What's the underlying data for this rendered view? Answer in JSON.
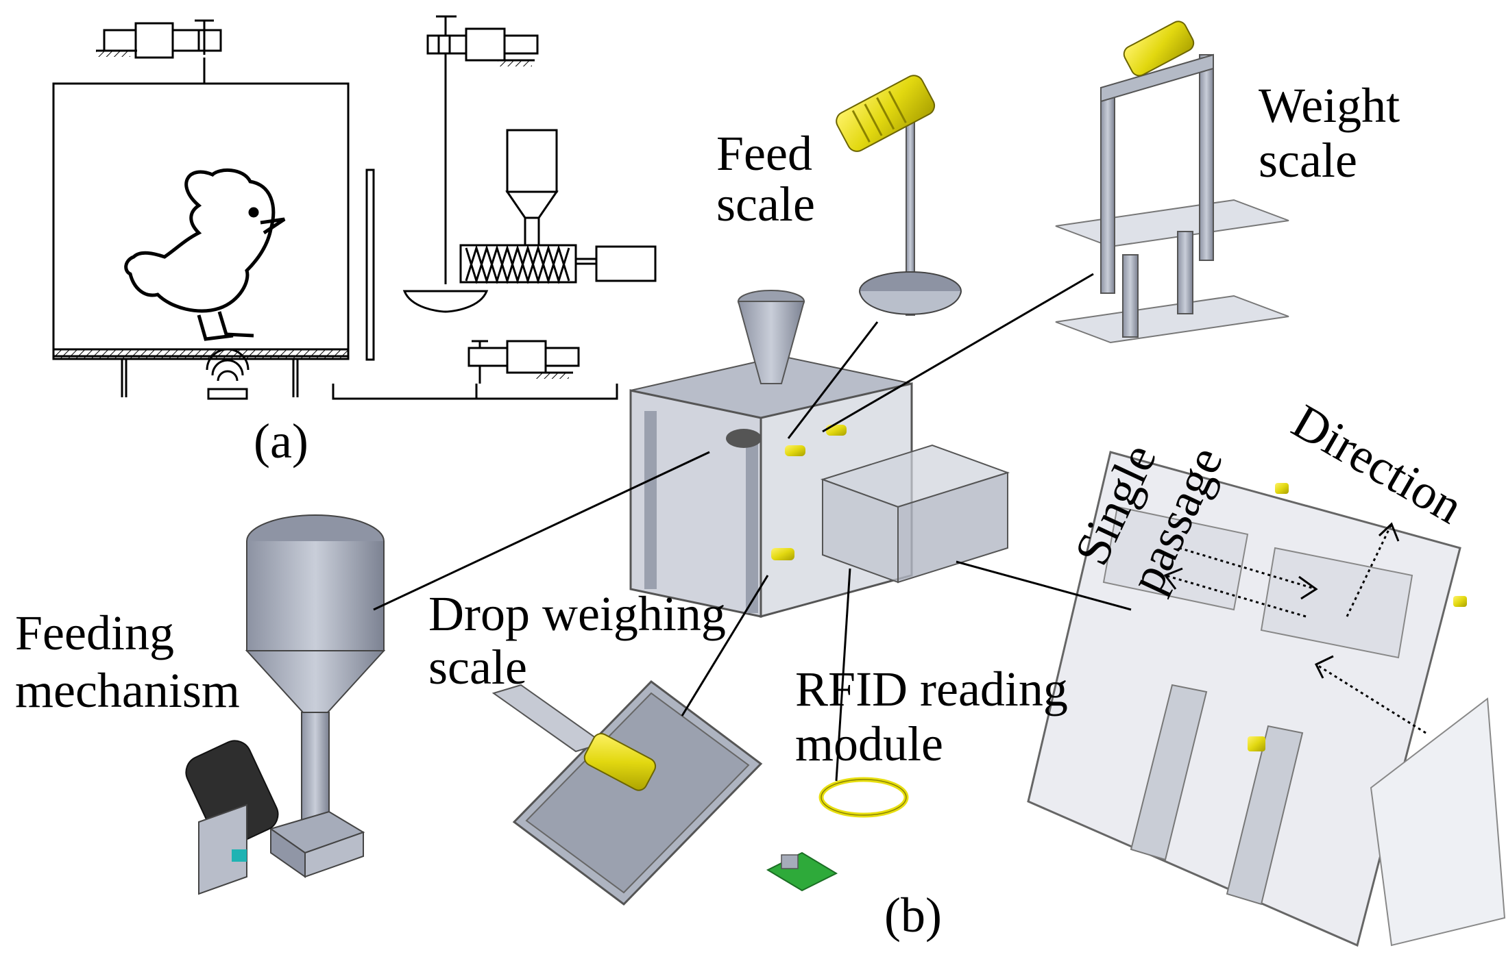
{
  "panel_a": {
    "caption": "(a)"
  },
  "panel_b": {
    "caption": "(b)",
    "labels": {
      "feed_scale": [
        "Feed",
        "scale"
      ],
      "weight_scale": [
        "Weight",
        "scale"
      ],
      "feeding_mechanism": [
        "Feeding",
        "mechanism"
      ],
      "drop_weighing_scale": [
        "Drop weighing",
        "scale"
      ],
      "rfid_module": [
        "RFID reading",
        "module"
      ],
      "single_passage": [
        "Single",
        "passage"
      ],
      "direction": "Direction"
    }
  },
  "colors": {
    "metal": "#a9afbd",
    "metal_dark": "#6f7585",
    "load_cell": "#e9e21a",
    "pcb": "#2eaa3a",
    "line": "#000000"
  }
}
